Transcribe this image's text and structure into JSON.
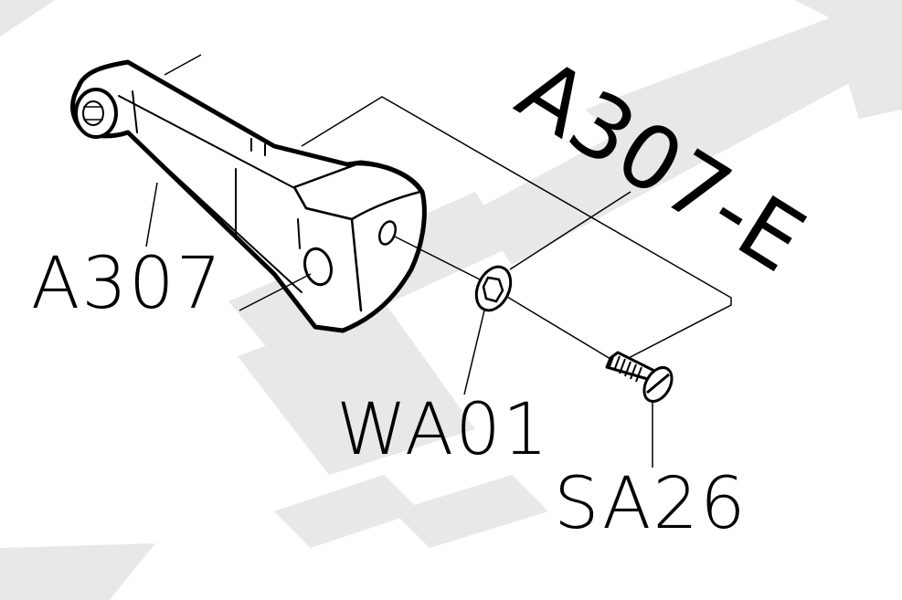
{
  "diagram": {
    "assembly_label": "A307-E",
    "parts": [
      {
        "id": "arm",
        "label": "A307"
      },
      {
        "id": "washer",
        "label": "WA01"
      },
      {
        "id": "screw",
        "label": "SA26"
      }
    ],
    "colors": {
      "line": "#000000",
      "background": "#ffffff",
      "watermark": "#e8e8e8"
    }
  }
}
